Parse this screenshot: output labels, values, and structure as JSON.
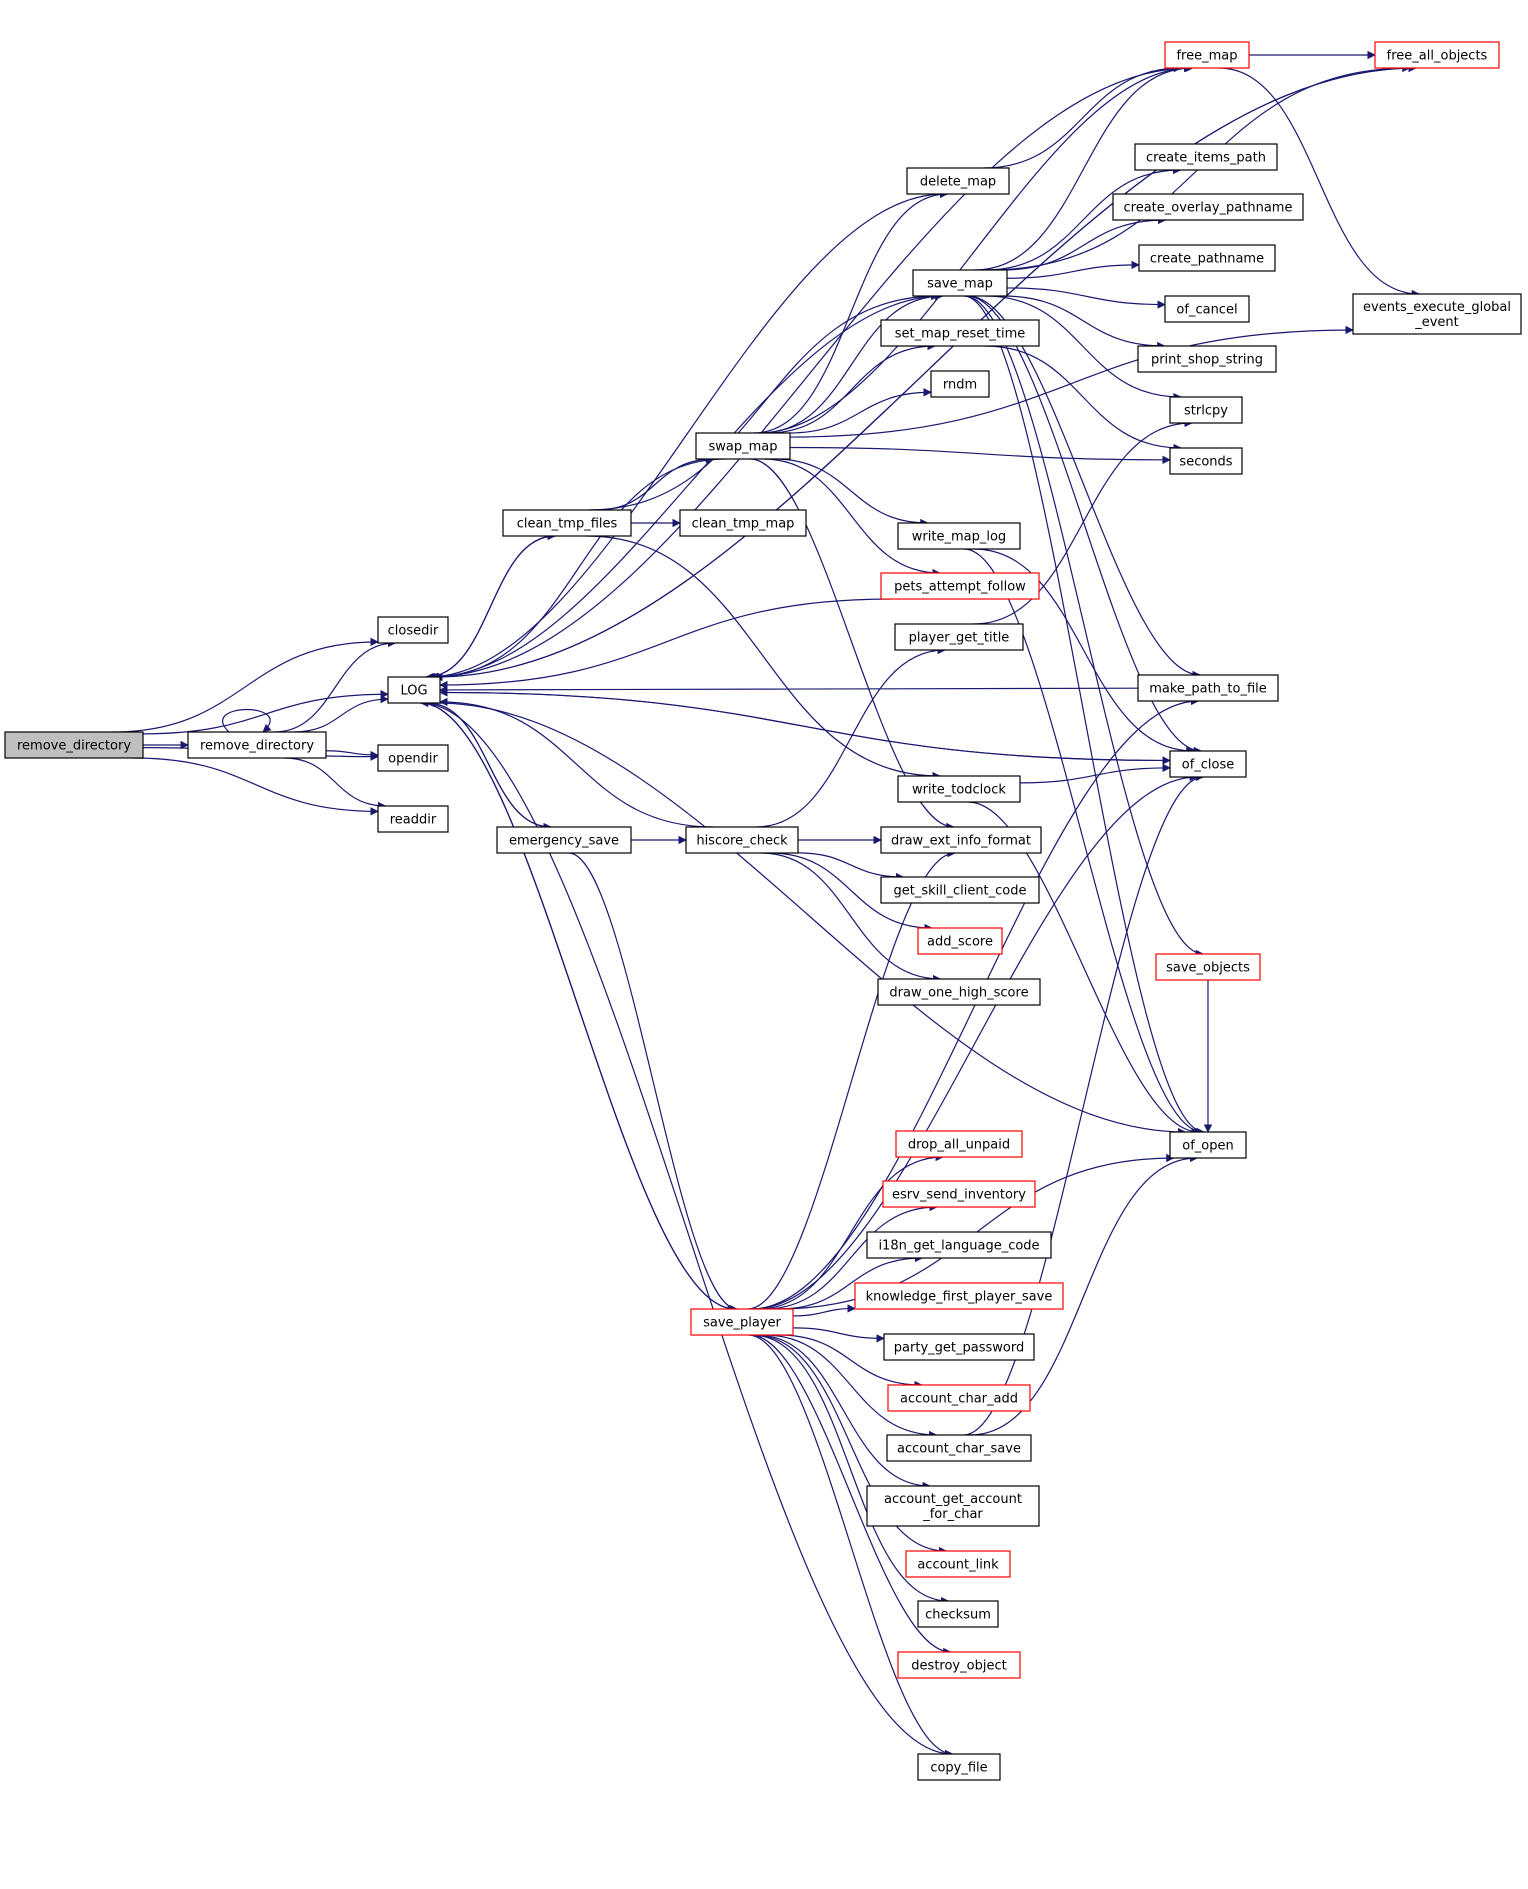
{
  "colors": {
    "edge": "#191970",
    "root_fill": "#bfbfbf",
    "normal_border": "#000000",
    "truncated_border": "#ff0000",
    "node_fill": "#ffffff"
  },
  "nodes": [
    {
      "id": "remove_directory_root",
      "label": "remove_directory",
      "style": "root"
    },
    {
      "id": "remove_directory",
      "label": "remove_directory",
      "style": "normal"
    },
    {
      "id": "closedir",
      "label": "closedir",
      "style": "normal"
    },
    {
      "id": "LOG",
      "label": "LOG",
      "style": "normal"
    },
    {
      "id": "opendir",
      "label": "opendir",
      "style": "normal"
    },
    {
      "id": "readdir",
      "label": "readdir",
      "style": "normal"
    },
    {
      "id": "clean_tmp_files",
      "label": "clean_tmp_files",
      "style": "normal"
    },
    {
      "id": "emergency_save",
      "label": "emergency_save",
      "style": "normal"
    },
    {
      "id": "swap_map",
      "label": "swap_map",
      "style": "normal"
    },
    {
      "id": "clean_tmp_map",
      "label": "clean_tmp_map",
      "style": "normal"
    },
    {
      "id": "hiscore_check",
      "label": "hiscore_check",
      "style": "normal"
    },
    {
      "id": "save_player",
      "label": "save_player",
      "style": "truncated"
    },
    {
      "id": "delete_map",
      "label": "delete_map",
      "style": "normal"
    },
    {
      "id": "save_map",
      "label": "save_map",
      "style": "normal"
    },
    {
      "id": "set_map_reset_time",
      "label": "set_map_reset_time",
      "style": "normal"
    },
    {
      "id": "rndm",
      "label": "rndm",
      "style": "normal"
    },
    {
      "id": "write_map_log",
      "label": "write_map_log",
      "style": "normal"
    },
    {
      "id": "pets_attempt_follow",
      "label": "pets_attempt_follow",
      "style": "truncated"
    },
    {
      "id": "player_get_title",
      "label": "player_get_title",
      "style": "normal"
    },
    {
      "id": "write_todclock",
      "label": "write_todclock",
      "style": "normal"
    },
    {
      "id": "draw_ext_info_format",
      "label": "draw_ext_info_format",
      "style": "normal"
    },
    {
      "id": "get_skill_client_code",
      "label": "get_skill_client_code",
      "style": "normal"
    },
    {
      "id": "add_score",
      "label": "add_score",
      "style": "truncated"
    },
    {
      "id": "draw_one_high_score",
      "label": "draw_one_high_score",
      "style": "normal"
    },
    {
      "id": "drop_all_unpaid",
      "label": "drop_all_unpaid",
      "style": "truncated"
    },
    {
      "id": "esrv_send_inventory",
      "label": "esrv_send_inventory",
      "style": "truncated"
    },
    {
      "id": "i18n_get_language_code",
      "label": "i18n_get_language_code",
      "style": "normal"
    },
    {
      "id": "knowledge_first_player_save",
      "label": "knowledge_first_player_save",
      "style": "truncated"
    },
    {
      "id": "party_get_password",
      "label": "party_get_password",
      "style": "normal"
    },
    {
      "id": "account_char_add",
      "label": "account_char_add",
      "style": "truncated"
    },
    {
      "id": "account_char_save",
      "label": "account_char_save",
      "style": "normal"
    },
    {
      "id": "account_get_account_for_char",
      "label": "account_get_account\n_for_char",
      "style": "normal"
    },
    {
      "id": "account_link",
      "label": "account_link",
      "style": "truncated"
    },
    {
      "id": "checksum",
      "label": "checksum",
      "style": "normal"
    },
    {
      "id": "destroy_object",
      "label": "destroy_object",
      "style": "truncated"
    },
    {
      "id": "copy_file",
      "label": "copy_file",
      "style": "normal"
    },
    {
      "id": "free_map",
      "label": "free_map",
      "style": "truncated"
    },
    {
      "id": "free_all_objects",
      "label": "free_all_objects",
      "style": "truncated"
    },
    {
      "id": "create_items_path",
      "label": "create_items_path",
      "style": "normal"
    },
    {
      "id": "create_overlay_pathname",
      "label": "create_overlay_pathname",
      "style": "normal"
    },
    {
      "id": "create_pathname",
      "label": "create_pathname",
      "style": "normal"
    },
    {
      "id": "of_cancel",
      "label": "of_cancel",
      "style": "normal"
    },
    {
      "id": "print_shop_string",
      "label": "print_shop_string",
      "style": "normal"
    },
    {
      "id": "strlcpy",
      "label": "strlcpy",
      "style": "normal"
    },
    {
      "id": "seconds",
      "label": "seconds",
      "style": "normal"
    },
    {
      "id": "make_path_to_file",
      "label": "make_path_to_file",
      "style": "normal"
    },
    {
      "id": "of_close",
      "label": "of_close",
      "style": "normal"
    },
    {
      "id": "save_objects",
      "label": "save_objects",
      "style": "truncated"
    },
    {
      "id": "of_open",
      "label": "of_open",
      "style": "normal"
    },
    {
      "id": "events_execute_global_event",
      "label": "events_execute_global\n_event",
      "style": "normal"
    }
  ],
  "edges": [
    [
      "remove_directory_root",
      "closedir"
    ],
    [
      "remove_directory_root",
      "LOG"
    ],
    [
      "remove_directory_root",
      "remove_directory"
    ],
    [
      "remove_directory_root",
      "opendir"
    ],
    [
      "remove_directory_root",
      "readdir"
    ],
    [
      "remove_directory",
      "remove_directory"
    ],
    [
      "remove_directory",
      "closedir"
    ],
    [
      "remove_directory",
      "LOG"
    ],
    [
      "remove_directory",
      "opendir"
    ],
    [
      "remove_directory",
      "readdir"
    ],
    [
      "LOG",
      "clean_tmp_files"
    ],
    [
      "LOG",
      "emergency_save"
    ],
    [
      "LOG",
      "save_player"
    ],
    [
      "LOG",
      "copy_file"
    ],
    [
      "LOG",
      "of_close"
    ],
    [
      "LOG",
      "of_open"
    ],
    [
      "LOG",
      "free_all_objects"
    ],
    [
      "clean_tmp_files",
      "LOG"
    ],
    [
      "clean_tmp_files",
      "swap_map"
    ],
    [
      "clean_tmp_files",
      "clean_tmp_map"
    ],
    [
      "clean_tmp_files",
      "save_map"
    ],
    [
      "clean_tmp_files",
      "write_todclock"
    ],
    [
      "emergency_save",
      "LOG"
    ],
    [
      "emergency_save",
      "hiscore_check"
    ],
    [
      "emergency_save",
      "save_player"
    ],
    [
      "swap_map",
      "LOG"
    ],
    [
      "swap_map",
      "delete_map"
    ],
    [
      "swap_map",
      "save_map"
    ],
    [
      "swap_map",
      "set_map_reset_time"
    ],
    [
      "swap_map",
      "rndm"
    ],
    [
      "swap_map",
      "write_map_log"
    ],
    [
      "swap_map",
      "pets_attempt_follow"
    ],
    [
      "swap_map",
      "draw_ext_info_format"
    ],
    [
      "swap_map",
      "free_map"
    ],
    [
      "swap_map",
      "seconds"
    ],
    [
      "swap_map",
      "events_execute_global_event"
    ],
    [
      "hiscore_check",
      "LOG"
    ],
    [
      "hiscore_check",
      "player_get_title"
    ],
    [
      "hiscore_check",
      "draw_ext_info_format"
    ],
    [
      "hiscore_check",
      "get_skill_client_code"
    ],
    [
      "hiscore_check",
      "add_score"
    ],
    [
      "hiscore_check",
      "draw_one_high_score"
    ],
    [
      "save_player",
      "LOG"
    ],
    [
      "save_player",
      "draw_ext_info_format"
    ],
    [
      "save_player",
      "drop_all_unpaid"
    ],
    [
      "save_player",
      "esrv_send_inventory"
    ],
    [
      "save_player",
      "i18n_get_language_code"
    ],
    [
      "save_player",
      "knowledge_first_player_save"
    ],
    [
      "save_player",
      "party_get_password"
    ],
    [
      "save_player",
      "account_char_add"
    ],
    [
      "save_player",
      "account_char_save"
    ],
    [
      "save_player",
      "account_get_account_for_char"
    ],
    [
      "save_player",
      "account_link"
    ],
    [
      "save_player",
      "checksum"
    ],
    [
      "save_player",
      "destroy_object"
    ],
    [
      "save_player",
      "copy_file"
    ],
    [
      "save_player",
      "make_path_to_file"
    ],
    [
      "save_player",
      "of_close"
    ],
    [
      "save_player",
      "of_open"
    ],
    [
      "delete_map",
      "LOG"
    ],
    [
      "delete_map",
      "free_map"
    ],
    [
      "save_map",
      "LOG"
    ],
    [
      "save_map",
      "free_map"
    ],
    [
      "save_map",
      "free_all_objects"
    ],
    [
      "save_map",
      "create_items_path"
    ],
    [
      "save_map",
      "create_overlay_pathname"
    ],
    [
      "save_map",
      "create_pathname"
    ],
    [
      "save_map",
      "of_cancel"
    ],
    [
      "save_map",
      "print_shop_string"
    ],
    [
      "save_map",
      "strlcpy"
    ],
    [
      "save_map",
      "make_path_to_file"
    ],
    [
      "save_map",
      "of_close"
    ],
    [
      "save_map",
      "save_objects"
    ],
    [
      "save_map",
      "of_open"
    ],
    [
      "set_map_reset_time",
      "seconds"
    ],
    [
      "write_map_log",
      "of_close"
    ],
    [
      "write_map_log",
      "of_open"
    ],
    [
      "pets_attempt_follow",
      "LOG"
    ],
    [
      "player_get_title",
      "strlcpy"
    ],
    [
      "write_todclock",
      "of_close"
    ],
    [
      "write_todclock",
      "of_open"
    ],
    [
      "account_char_save",
      "of_close"
    ],
    [
      "account_char_save",
      "of_open"
    ],
    [
      "free_map",
      "LOG"
    ],
    [
      "free_map",
      "free_all_objects"
    ],
    [
      "free_map",
      "events_execute_global_event"
    ],
    [
      "free_all_objects",
      "LOG"
    ],
    [
      "make_path_to_file",
      "LOG"
    ],
    [
      "of_close",
      "LOG"
    ],
    [
      "save_objects",
      "of_open"
    ]
  ]
}
